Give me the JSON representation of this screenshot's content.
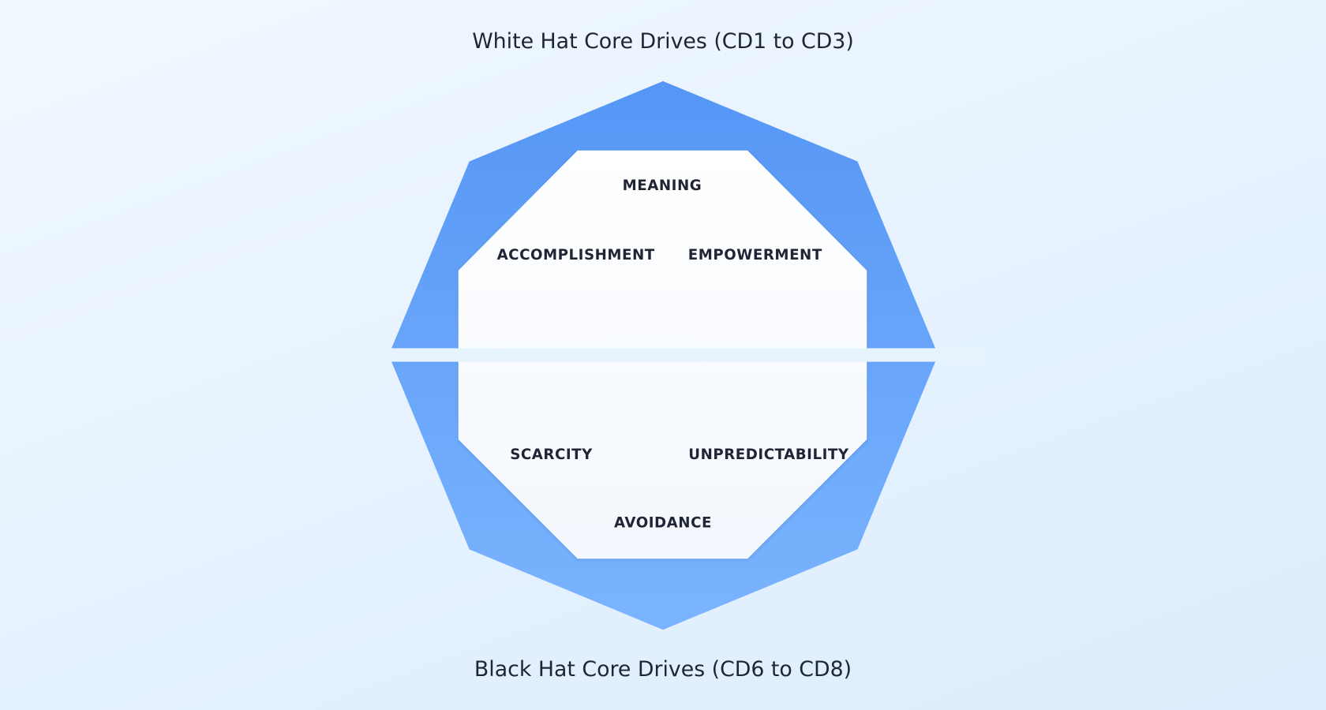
{
  "diagram": {
    "top_title": "White Hat Core Drives (CD1 to CD3)",
    "bottom_title": "Black Hat Core Drives (CD6 to CD8)",
    "white_hat": [
      "MEANING",
      "ACCOMPLISHMENT",
      "EMPOWERMENT"
    ],
    "black_hat": [
      "SCARCITY",
      "UNPREDICTABILITY",
      "AVOIDANCE"
    ],
    "colors": {
      "outer_top": "#5596f5",
      "outer_bottom": "#7bb4fe",
      "text": "#1f2535"
    }
  }
}
